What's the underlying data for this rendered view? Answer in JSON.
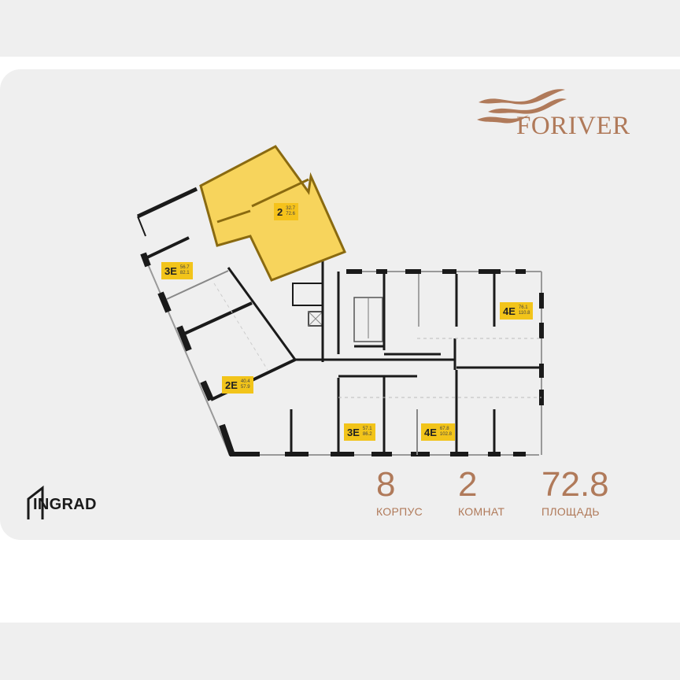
{
  "brand": {
    "name": "FORIVER",
    "accent_color": "#b07a5a"
  },
  "developer": {
    "name": "INGRAD"
  },
  "stats": [
    {
      "value": "8",
      "label": "КОРПУС"
    },
    {
      "value": "2",
      "label": "КОМНАТ"
    },
    {
      "value": "72.8",
      "label": "ПЛОЩАДЬ"
    }
  ],
  "floor_plan": {
    "highlight_color": "#f7d45c",
    "selected_apartment": {
      "code": "2",
      "living_area": "32.7",
      "total_area": "72.6"
    },
    "apartments": [
      {
        "code": "3E",
        "living_area": "56.7",
        "total_area": "82.1"
      },
      {
        "code": "2E",
        "living_area": "40.4",
        "total_area": "57.9"
      },
      {
        "code": "3E",
        "living_area": "57.1",
        "total_area": "86.2"
      },
      {
        "code": "4E",
        "living_area": "67.8",
        "total_area": "102.8"
      },
      {
        "code": "4E",
        "living_area": "76.1",
        "total_area": "110.8"
      }
    ],
    "label_color": "#f2c41a"
  }
}
